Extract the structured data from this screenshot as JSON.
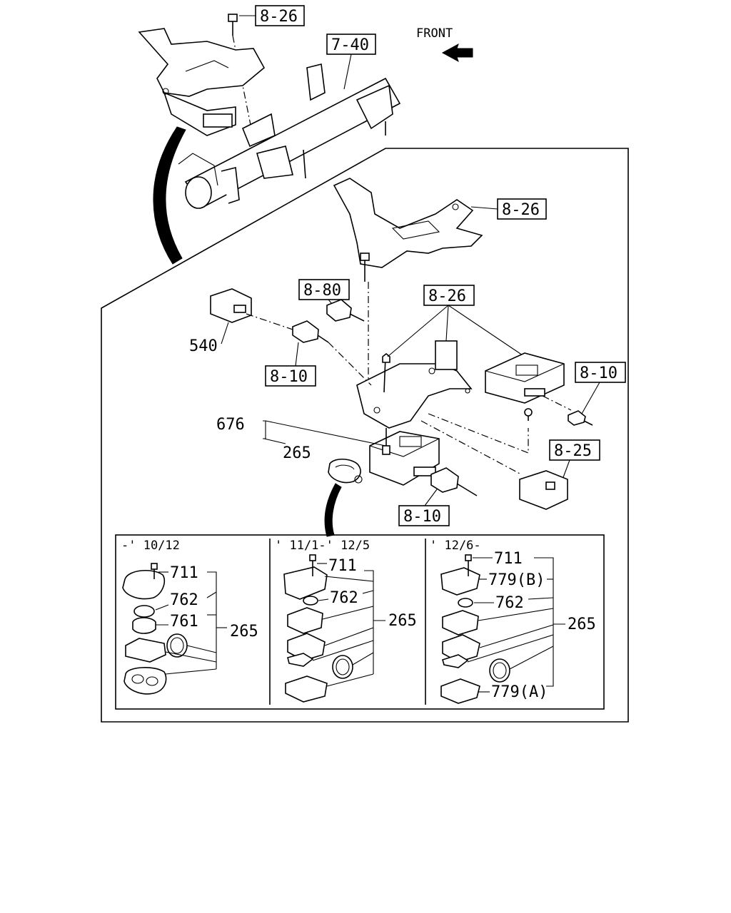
{
  "direction_label": "FRONT",
  "callouts": {
    "top_bracket_ref": "8-26",
    "beam_ref": "7-40",
    "inset_bracket_ref": "8-26",
    "connector_ref_a": "8-80",
    "control_unit_ref": "8-26",
    "harness_ref_left": "8-10",
    "harness_ref_right": "8-10",
    "relay_ref": "8-25",
    "harness_ref_bottom": "8-10"
  },
  "part_numbers": {
    "relay_unit": "540",
    "receiver_kit": "676",
    "key_fob": "265"
  },
  "variants": [
    {
      "period": "-' 10/12",
      "parts": [
        "711",
        "762",
        "761"
      ],
      "assembly": "265"
    },
    {
      "period": "' 11/1-' 12/5",
      "parts": [
        "711",
        "762"
      ],
      "assembly": "265"
    },
    {
      "period": "' 12/6-",
      "parts": [
        "711",
        "779(B)",
        "762",
        "779(A)"
      ],
      "assembly": "265"
    }
  ]
}
